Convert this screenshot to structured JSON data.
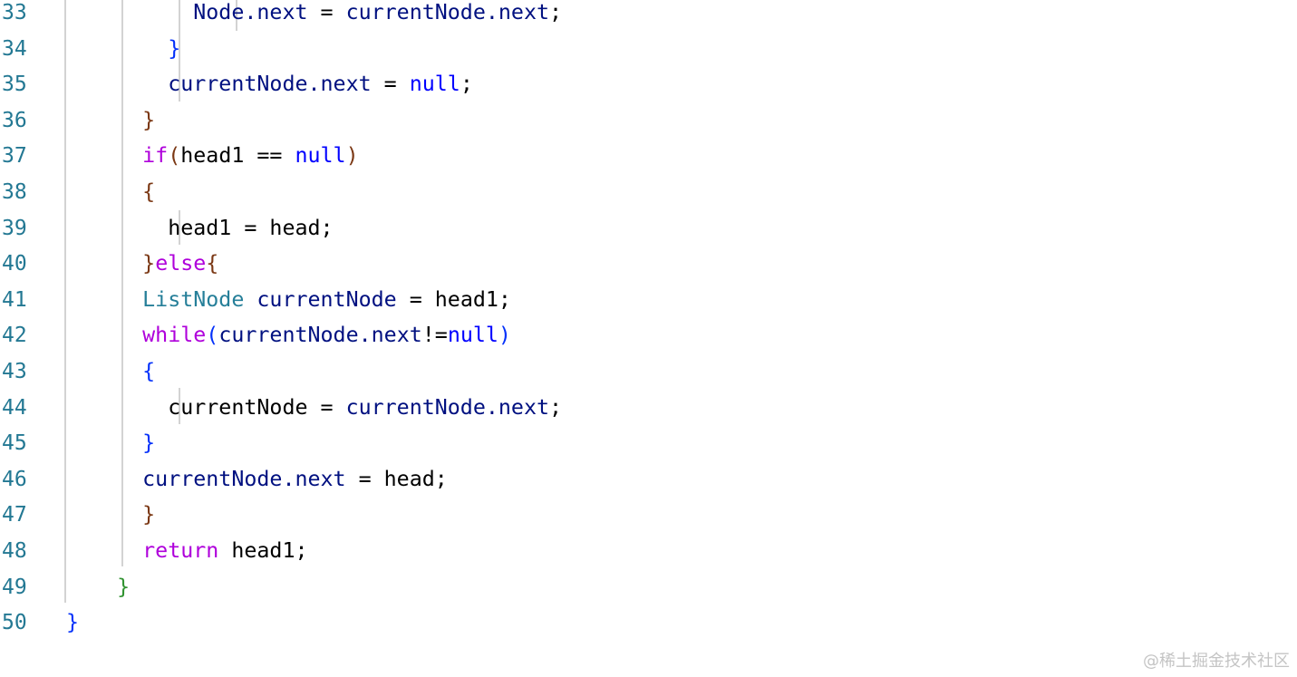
{
  "colors": {
    "line_number": "#237893",
    "keyword": "#af00db",
    "keyword_null": "#0000ff",
    "type": "#267f99",
    "variable": "#001080",
    "plain": "#000000",
    "bracket_l1": "#319331",
    "bracket_l2": "#7b3814",
    "bracket_l3": "#0431fa",
    "indent_guide": "#d3d3d3",
    "watermark": "#c4c4c4"
  },
  "lines": [
    {
      "num": "33",
      "tokens": [
        {
          "t": "          Node.next",
          "c": "variable"
        },
        {
          "t": " = ",
          "c": "plain"
        },
        {
          "t": "currentNode.next",
          "c": "variable"
        },
        {
          "t": ";",
          "c": "plain"
        }
      ]
    },
    {
      "num": "34",
      "tokens": [
        {
          "t": "        ",
          "c": "plain"
        },
        {
          "t": "}",
          "c": "bracket_l3"
        }
      ]
    },
    {
      "num": "35",
      "tokens": [
        {
          "t": "        currentNode.next",
          "c": "variable"
        },
        {
          "t": " = ",
          "c": "plain"
        },
        {
          "t": "null",
          "c": "keyword_null"
        },
        {
          "t": ";",
          "c": "plain"
        }
      ]
    },
    {
      "num": "36",
      "tokens": [
        {
          "t": "      ",
          "c": "plain"
        },
        {
          "t": "}",
          "c": "bracket_l2"
        }
      ]
    },
    {
      "num": "37",
      "tokens": [
        {
          "t": "      ",
          "c": "plain"
        },
        {
          "t": "if",
          "c": "keyword"
        },
        {
          "t": "(",
          "c": "bracket_l2"
        },
        {
          "t": "head1 == ",
          "c": "plain"
        },
        {
          "t": "null",
          "c": "keyword_null"
        },
        {
          "t": ")",
          "c": "bracket_l2"
        }
      ]
    },
    {
      "num": "38",
      "tokens": [
        {
          "t": "      ",
          "c": "plain"
        },
        {
          "t": "{",
          "c": "bracket_l2"
        }
      ]
    },
    {
      "num": "39",
      "tokens": [
        {
          "t": "        head1 = head;",
          "c": "plain"
        }
      ]
    },
    {
      "num": "40",
      "tokens": [
        {
          "t": "      ",
          "c": "plain"
        },
        {
          "t": "}",
          "c": "bracket_l2"
        },
        {
          "t": "else",
          "c": "keyword"
        },
        {
          "t": "{",
          "c": "bracket_l2"
        }
      ]
    },
    {
      "num": "41",
      "tokens": [
        {
          "t": "      ",
          "c": "plain"
        },
        {
          "t": "ListNode",
          "c": "type"
        },
        {
          "t": " currentNode",
          "c": "variable"
        },
        {
          "t": " = head1;",
          "c": "plain"
        }
      ]
    },
    {
      "num": "42",
      "tokens": [
        {
          "t": "      ",
          "c": "plain"
        },
        {
          "t": "while",
          "c": "keyword"
        },
        {
          "t": "(",
          "c": "bracket_l3"
        },
        {
          "t": "currentNode.next",
          "c": "variable"
        },
        {
          "t": "!=",
          "c": "plain"
        },
        {
          "t": "null",
          "c": "keyword_null"
        },
        {
          "t": ")",
          "c": "bracket_l3"
        }
      ]
    },
    {
      "num": "43",
      "tokens": [
        {
          "t": "      ",
          "c": "plain"
        },
        {
          "t": "{",
          "c": "bracket_l3"
        }
      ]
    },
    {
      "num": "44",
      "tokens": [
        {
          "t": "        currentNode = ",
          "c": "plain"
        },
        {
          "t": "currentNode.next",
          "c": "variable"
        },
        {
          "t": ";",
          "c": "plain"
        }
      ]
    },
    {
      "num": "45",
      "tokens": [
        {
          "t": "      ",
          "c": "plain"
        },
        {
          "t": "}",
          "c": "bracket_l3"
        }
      ]
    },
    {
      "num": "46",
      "tokens": [
        {
          "t": "      currentNode.next",
          "c": "variable"
        },
        {
          "t": " = head;",
          "c": "plain"
        }
      ]
    },
    {
      "num": "47",
      "tokens": [
        {
          "t": "      ",
          "c": "plain"
        },
        {
          "t": "}",
          "c": "bracket_l2"
        }
      ]
    },
    {
      "num": "48",
      "tokens": [
        {
          "t": "      ",
          "c": "plain"
        },
        {
          "t": "return",
          "c": "keyword"
        },
        {
          "t": " head1;",
          "c": "plain"
        }
      ]
    },
    {
      "num": "49",
      "tokens": [
        {
          "t": "    ",
          "c": "plain"
        },
        {
          "t": "}",
          "c": "bracket_l1"
        }
      ]
    },
    {
      "num": "50",
      "tokens": [
        {
          "t": "}",
          "c": "bracket_l3"
        }
      ]
    }
  ],
  "watermark": "@稀土掘金技术社区"
}
